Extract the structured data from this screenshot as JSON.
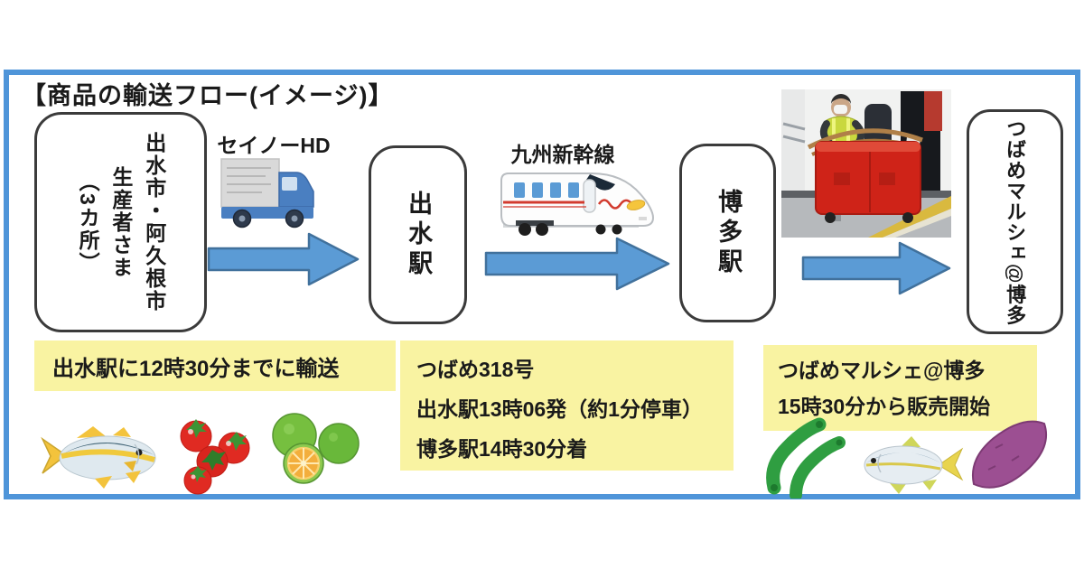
{
  "title": "【商品の輸送フロー(イメージ)】",
  "colors": {
    "frame_blue": "#4f95d9",
    "arrow_blue": "#5b9bd5",
    "arrow_border": "#41719c",
    "note_yellow": "#f9f3a2"
  },
  "flow": {
    "producer_box": {
      "label": "出水市・阿久根市\n生産者さま\n（3カ所）"
    },
    "station1": {
      "label": "出水駅"
    },
    "station2": {
      "label": "博多駅"
    },
    "market": {
      "label": "つばめマルシェ@博多"
    },
    "truck_label": "セイノーHD",
    "train_label": "九州新幹線"
  },
  "notes": {
    "delivery": {
      "line1": "出水駅に12時30分までに輸送"
    },
    "train": {
      "line1": "つばめ318号",
      "line2": "出水駅13時06発（約1分停車）",
      "line3": "博多駅14時30分着"
    },
    "sale": {
      "line1": "つばめマルシェ@博多",
      "line2": "15時30分から販売開始"
    }
  },
  "icons": {
    "truck": "truck-icon",
    "shinkansen": "shinkansen-icon",
    "platform_photo": "staff-with-red-cart-photo",
    "left_products": [
      "yellowtail-fish-icon",
      "tomatoes-icon",
      "green-citrus-icon"
    ],
    "right_products": [
      "cucumbers-icon",
      "fish-icon",
      "sweet-potato-icon"
    ]
  }
}
